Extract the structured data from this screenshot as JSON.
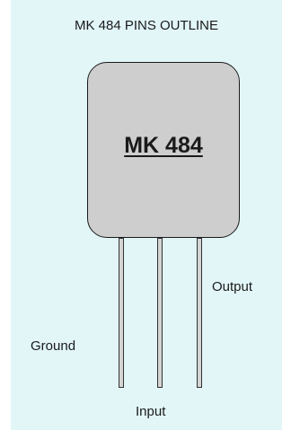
{
  "title": "MK 484 PINS OUTLINE",
  "component": {
    "label": "MK 484"
  },
  "pins": {
    "ground": "Ground",
    "input": "Input",
    "output": "Output"
  },
  "colors": {
    "background": "#e2f6f8",
    "body_fill": "#cecece",
    "outline": "#1a1a1a"
  }
}
